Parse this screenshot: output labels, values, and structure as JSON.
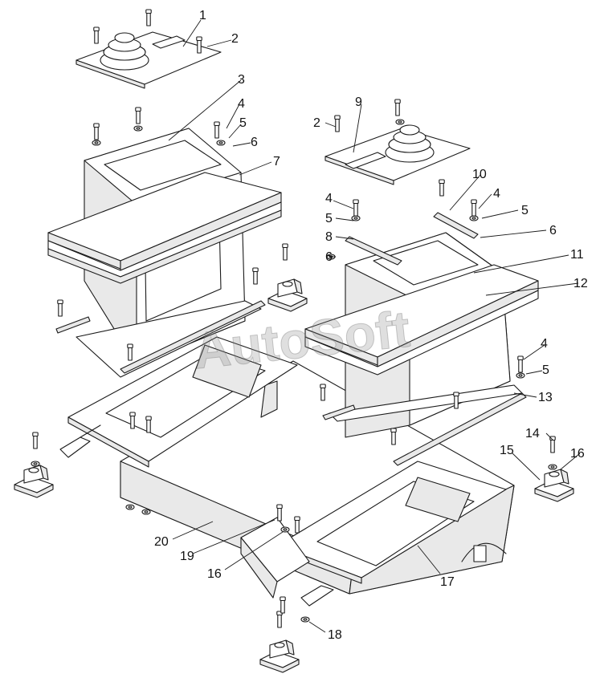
{
  "watermark": "AutoSoft",
  "callouts": [
    {
      "id": "c1",
      "text": "1"
    },
    {
      "id": "c2a",
      "text": "2"
    },
    {
      "id": "c2b",
      "text": "2"
    },
    {
      "id": "c3",
      "text": "3"
    },
    {
      "id": "c4a",
      "text": "4"
    },
    {
      "id": "c4b",
      "text": "4"
    },
    {
      "id": "c4c",
      "text": "4"
    },
    {
      "id": "c4d",
      "text": "4"
    },
    {
      "id": "c5a",
      "text": "5"
    },
    {
      "id": "c5b",
      "text": "5"
    },
    {
      "id": "c5c",
      "text": "5"
    },
    {
      "id": "c5d",
      "text": "5"
    },
    {
      "id": "c6a",
      "text": "6"
    },
    {
      "id": "c6b",
      "text": "6"
    },
    {
      "id": "c6c",
      "text": "6"
    },
    {
      "id": "c7",
      "text": "7"
    },
    {
      "id": "c8",
      "text": "8"
    },
    {
      "id": "c9",
      "text": "9"
    },
    {
      "id": "c10",
      "text": "10"
    },
    {
      "id": "c11",
      "text": "11"
    },
    {
      "id": "c12",
      "text": "12"
    },
    {
      "id": "c13",
      "text": "13"
    },
    {
      "id": "c14",
      "text": "14"
    },
    {
      "id": "c15",
      "text": "15"
    },
    {
      "id": "c16a",
      "text": "16"
    },
    {
      "id": "c16b",
      "text": "16"
    },
    {
      "id": "c17",
      "text": "17"
    },
    {
      "id": "c18",
      "text": "18"
    },
    {
      "id": "c19",
      "text": "19"
    },
    {
      "id": "c20",
      "text": "20"
    }
  ]
}
